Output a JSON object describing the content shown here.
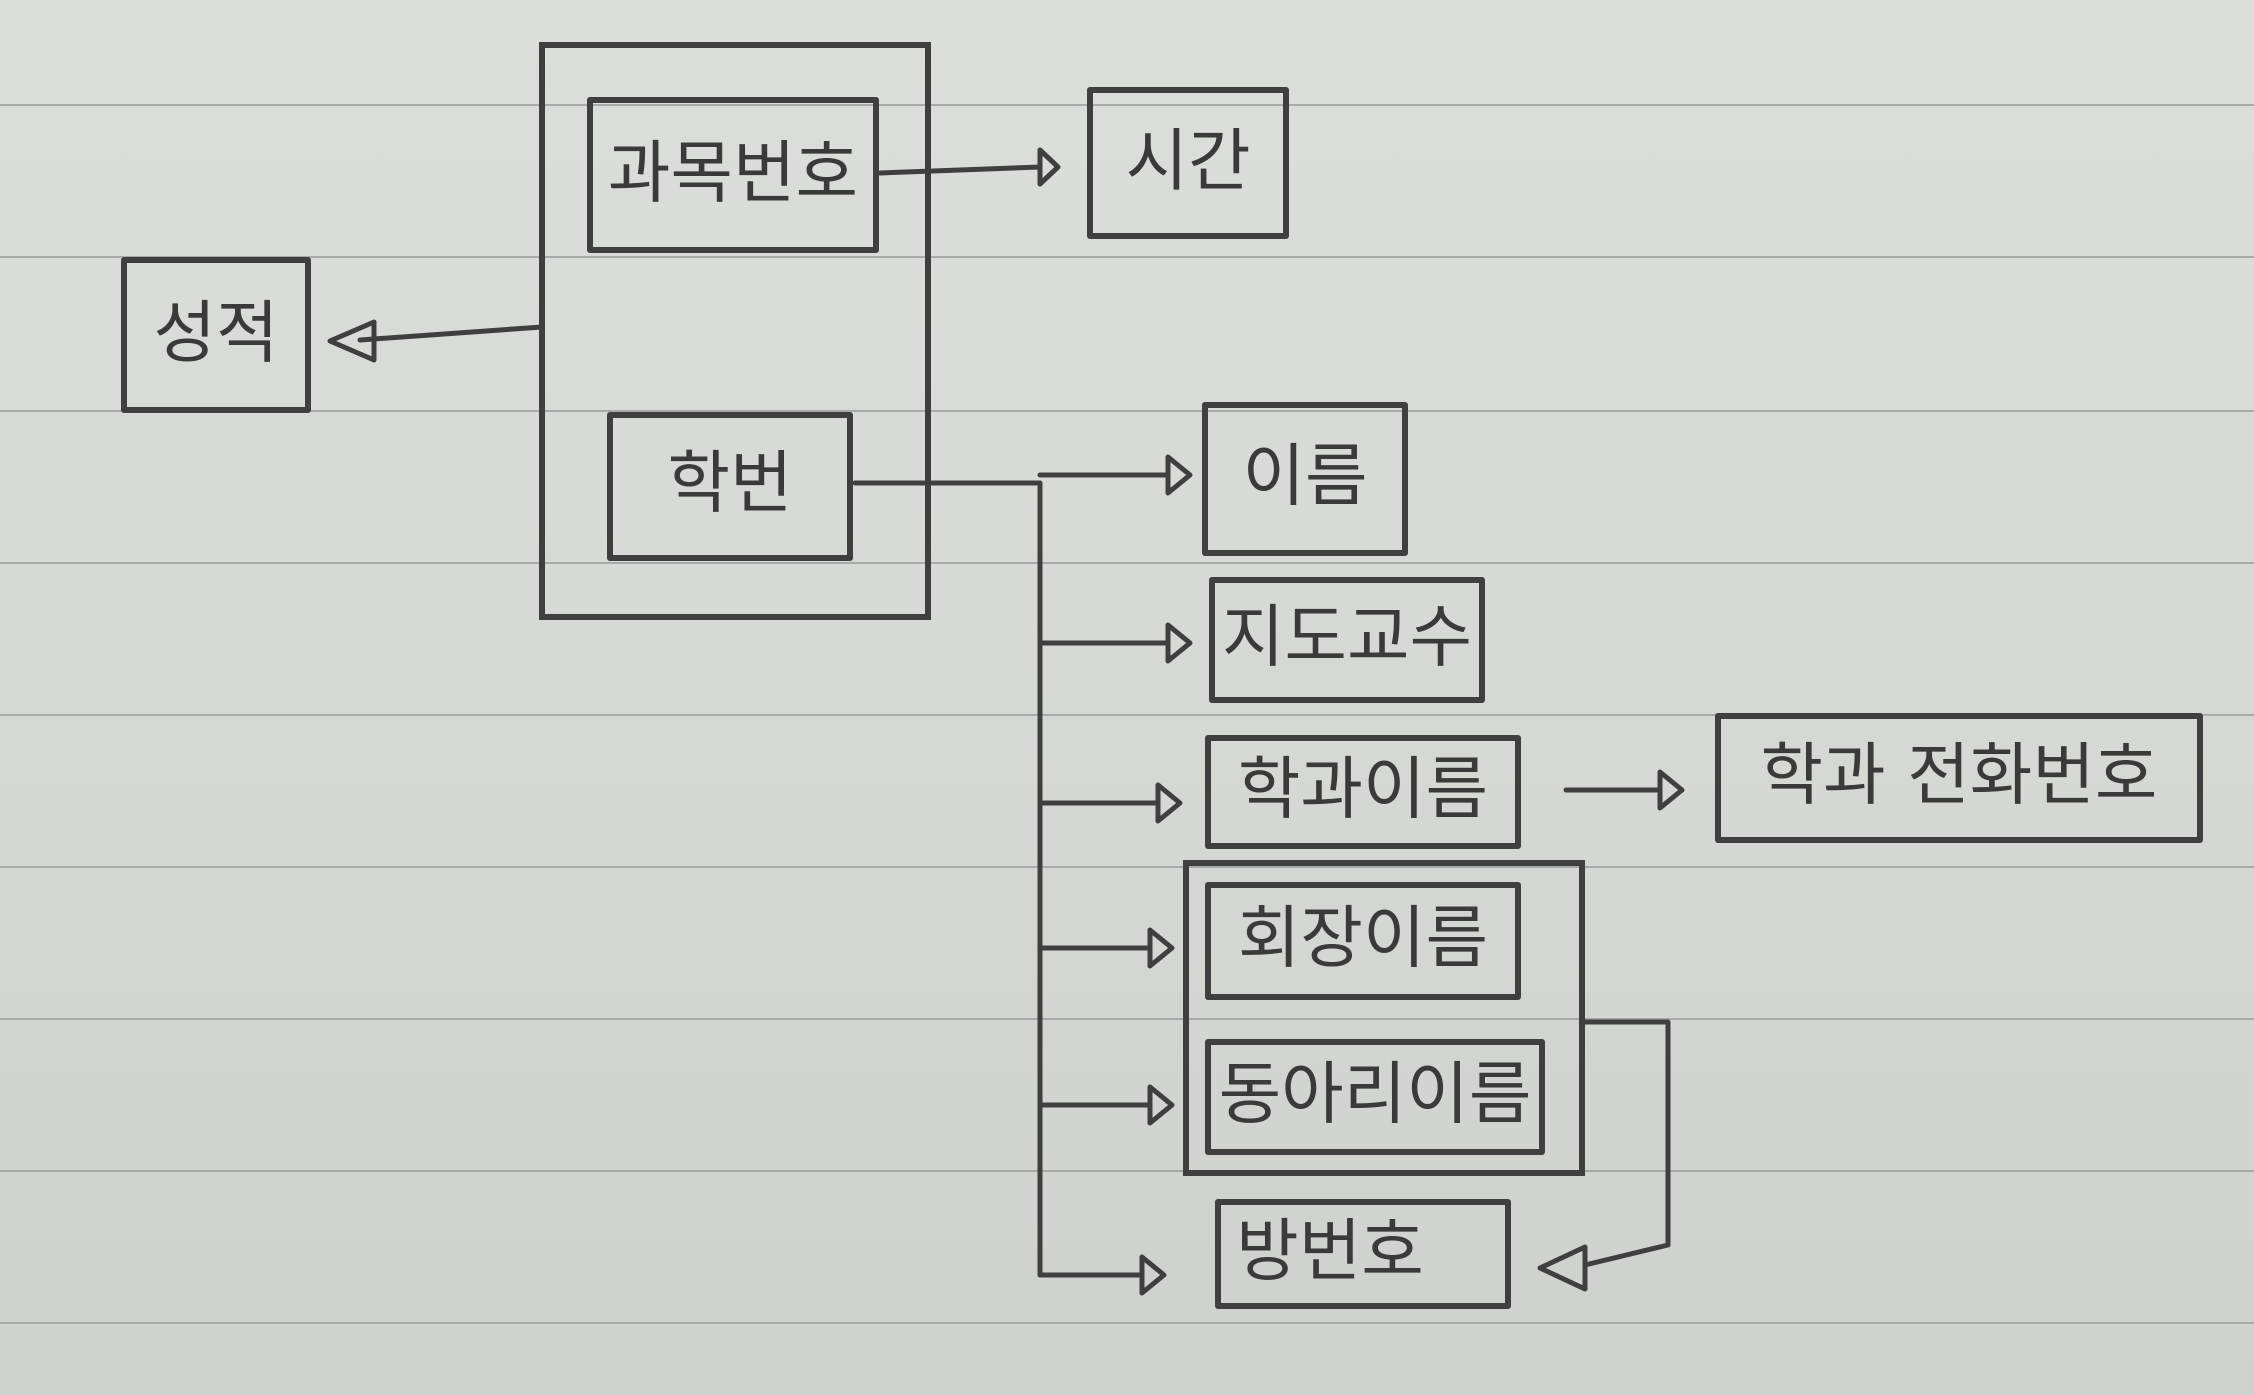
{
  "nodes": {
    "course_no": "과목번호",
    "time": "시간",
    "grade": "성적",
    "student_id": "학번",
    "name": "이름",
    "advisor": "지도교수",
    "dept_name": "학과이름",
    "dept_phone": "학과 전화번호",
    "president_name": "회장이름",
    "club_name": "동아리이름",
    "room_no": "방번호"
  },
  "colors": {
    "ink": "#3f3f3f",
    "paper": "#d7d9d6",
    "rule": "#a7aaa8"
  }
}
